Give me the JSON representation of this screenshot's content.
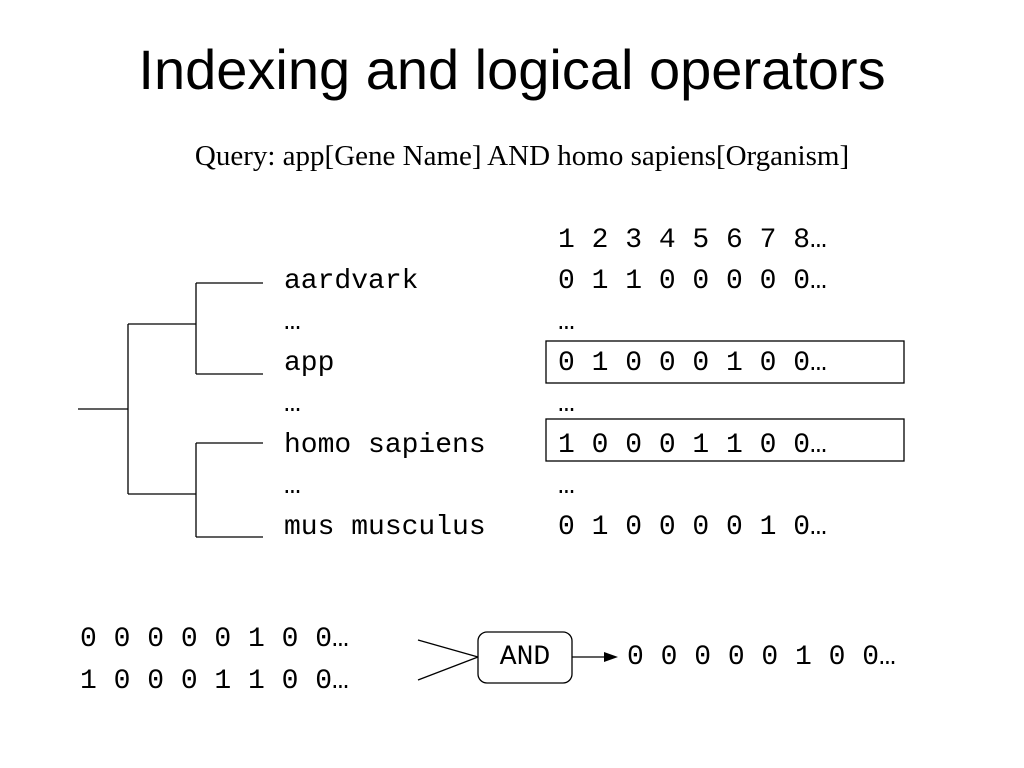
{
  "title": "Indexing and logical operators",
  "query": "Query: app[Gene Name] AND homo sapiens[Organism]",
  "index": {
    "header": "1 2 3 4 5 6 7 8…",
    "rows": [
      {
        "term": "aardvark",
        "bits": "0 1 1 0 0 0 0 0…"
      },
      {
        "term": "…",
        "bits": "…"
      },
      {
        "term": "app",
        "bits": "0 1 0 0 0 1 0 0…"
      },
      {
        "term": "…",
        "bits": "…"
      },
      {
        "term": "homo sapiens",
        "bits": "1 0 0 0 1 1 0 0…"
      },
      {
        "term": "…",
        "bits": "…"
      },
      {
        "term": "mus musculus",
        "bits": "0 1 0 0 0 0 1 0…"
      }
    ]
  },
  "operation": {
    "input_a": "0 0 0 0 0 1 0 0…",
    "input_b": "1 0 0 0 1 1 0 0…",
    "operator": "AND",
    "result": "0 0 0 0 0 1 0 0…"
  }
}
